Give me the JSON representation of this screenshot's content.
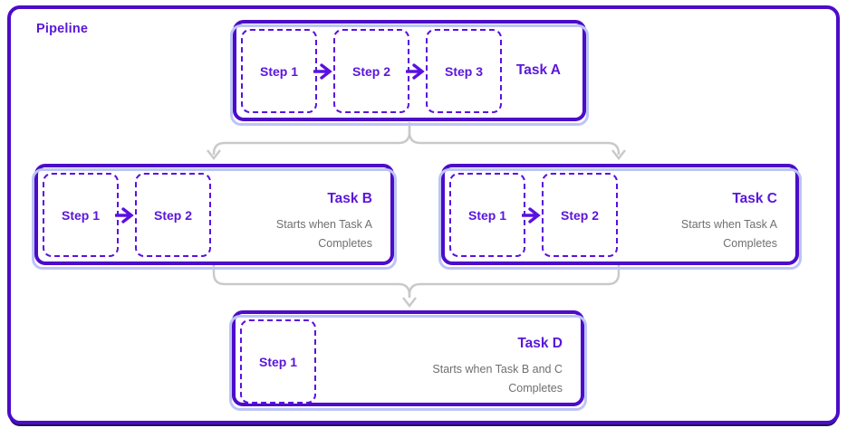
{
  "title": "Pipeline",
  "colors": {
    "accent_border": "#4c0cc9",
    "accent_text": "#5a16da",
    "step_outline": "#5a10e0",
    "connector_gray": "#c9c9c9",
    "note_gray": "#6f6f6f",
    "shadow_light": "#bcc4f6",
    "shadow_dark": "#1d1456",
    "background": "#ffffff"
  },
  "icons": {
    "step_arrow": "right-arrow-icon",
    "branch_arrowhead": "down-arrowhead-icon"
  },
  "tasks": [
    {
      "id": "task-a",
      "label": "Task A",
      "note": "",
      "steps": [
        "Step 1",
        "Step 2",
        "Step 3"
      ]
    },
    {
      "id": "task-b",
      "label": "Task B",
      "note": "Starts when Task A Completes",
      "steps": [
        "Step 1",
        "Step 2"
      ]
    },
    {
      "id": "task-c",
      "label": "Task C",
      "note": "Starts when Task A Completes",
      "steps": [
        "Step 1",
        "Step 2"
      ]
    },
    {
      "id": "task-d",
      "label": "Task D",
      "note": "Starts when Task B and C Completes",
      "steps": [
        "Step 1"
      ]
    }
  ],
  "connections": [
    {
      "from": "task-a",
      "to": "task-b"
    },
    {
      "from": "task-a",
      "to": "task-c"
    },
    {
      "from": "task-b",
      "to": "task-d"
    },
    {
      "from": "task-c",
      "to": "task-d"
    }
  ]
}
